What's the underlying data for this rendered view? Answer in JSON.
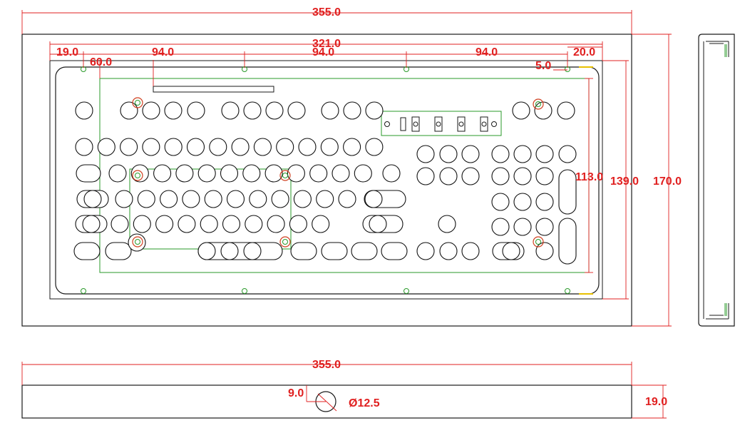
{
  "top_view": {
    "overall_width": "355.0",
    "inner_width": "321.0",
    "edge_offset": "19.0",
    "inner_offset": "60.0",
    "spacing_1": "94.0",
    "spacing_2": "94.0",
    "spacing_3": "94.0",
    "right_offset": "20.0",
    "corner_offset": "5.0",
    "plate_height": "113.0",
    "inner_height": "139.0",
    "overall_height": "170.0"
  },
  "front_view": {
    "overall_width": "355.0",
    "port_offset": "9.0",
    "port_diameter": "Ø12.5",
    "height": "19.0"
  }
}
